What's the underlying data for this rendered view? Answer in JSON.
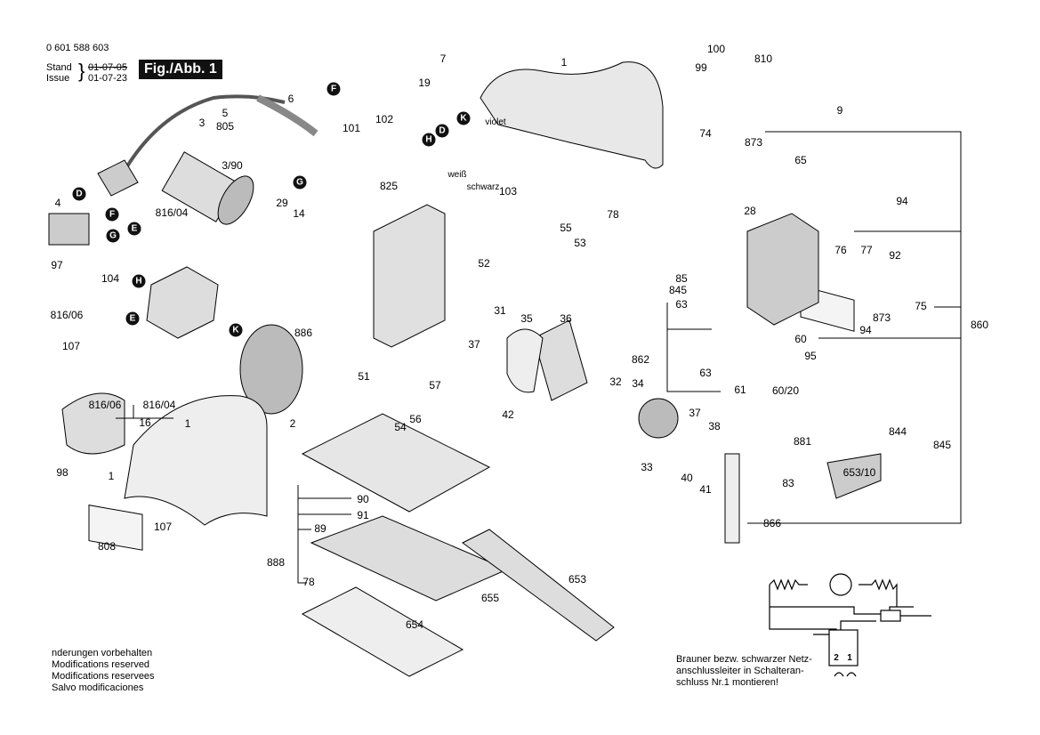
{
  "header": {
    "part_number": "0 601 588 603",
    "stand_label": "Stand",
    "issue_label": "Issue",
    "stand_date": "01-07-05",
    "issue_date": "01-07-23",
    "figure_label": "Fig./Abb. 1"
  },
  "callouts": [
    "1",
    "7",
    "19",
    "100",
    "810",
    "99",
    "9",
    "101",
    "102",
    "103",
    "74",
    "873",
    "65",
    "5",
    "805",
    "6",
    "3",
    "3/90",
    "825",
    "29",
    "14",
    "816/04",
    "4",
    "97",
    "104",
    "816/06",
    "107",
    "886",
    "78",
    "28",
    "94",
    "55",
    "53",
    "52",
    "76",
    "77",
    "92",
    "85",
    "845",
    "75",
    "63",
    "873",
    "860",
    "31",
    "35",
    "36",
    "37",
    "94",
    "60",
    "95",
    "862",
    "63",
    "61",
    "60/20",
    "51",
    "57",
    "32",
    "34",
    "37",
    "38",
    "816/06",
    "816/04",
    "16",
    "2",
    "54",
    "56",
    "42",
    "881",
    "844",
    "845",
    "98",
    "1",
    "1",
    "33",
    "40",
    "41",
    "653/10",
    "83",
    "90",
    "91",
    "866",
    "808",
    "107",
    "89",
    "888",
    "78",
    "653",
    "655",
    "654"
  ],
  "letter_markers": [
    "K",
    "D",
    "H",
    "F",
    "G",
    "D",
    "F",
    "G",
    "E",
    "H",
    "E",
    "K"
  ],
  "wire_labels": {
    "violet": "violet",
    "white": "weiß",
    "black": "schwarz"
  },
  "switch_terminals": [
    "2",
    "1"
  ],
  "wiring_note": [
    "Brauner bezw. schwarzer Netz-",
    "anschlussleiter in Schalteran-",
    "schluss Nr.1 montieren!"
  ],
  "footer_notes": [
    "nderungen vorbehalten",
    "Modifications reserved",
    "Modifications reservees",
    "Salvo modificaciones"
  ]
}
